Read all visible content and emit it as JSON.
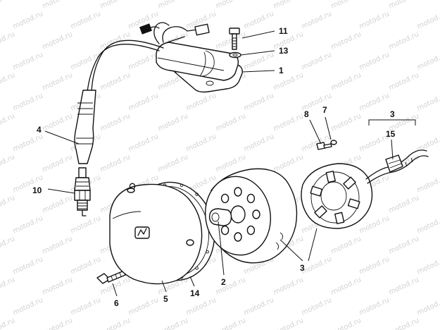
{
  "watermark": {
    "text": "motod.ru"
  },
  "callouts": {
    "c1": "1",
    "c2": "2",
    "c3a": "3",
    "c3b": "3",
    "c4": "4",
    "c5": "5",
    "c6": "6",
    "c7": "7",
    "c8": "8",
    "c10": "10",
    "c11": "11",
    "c13": "13",
    "c14": "14",
    "c15": "15"
  },
  "colors": {
    "ink": "#111111",
    "paper": "#ffffff",
    "watermark": "#d2d2d2"
  }
}
